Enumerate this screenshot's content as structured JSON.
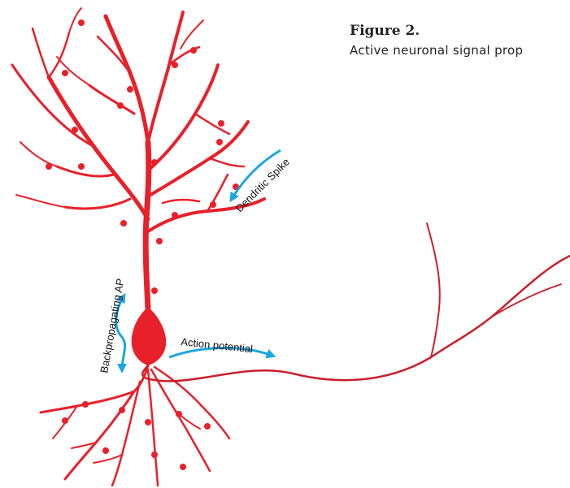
{
  "figure": {
    "title": "Figure 2.",
    "caption": "Active neuronal signal prop"
  },
  "labels": {
    "dendritic_spike": "Dendritic Spike",
    "backpropagating_ap": "Backpropagating AP",
    "action_potential": "Action potential"
  },
  "colors": {
    "neuron": "#e8202a",
    "axon": "#c8202c",
    "arrow": "#1aa6e0",
    "text": "#111111"
  }
}
